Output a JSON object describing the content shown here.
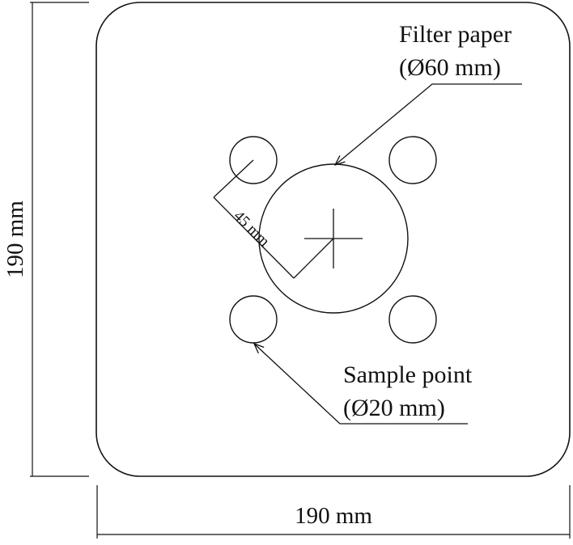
{
  "diagram": {
    "filter_label_line1": "Filter paper",
    "filter_label_line2": "(Ø60 mm)",
    "sample_label_line1": "Sample point",
    "sample_label_line2": "(Ø20 mm)",
    "radius_label": "45 mm",
    "width_label": "190 mm",
    "height_label": "190 mm"
  }
}
